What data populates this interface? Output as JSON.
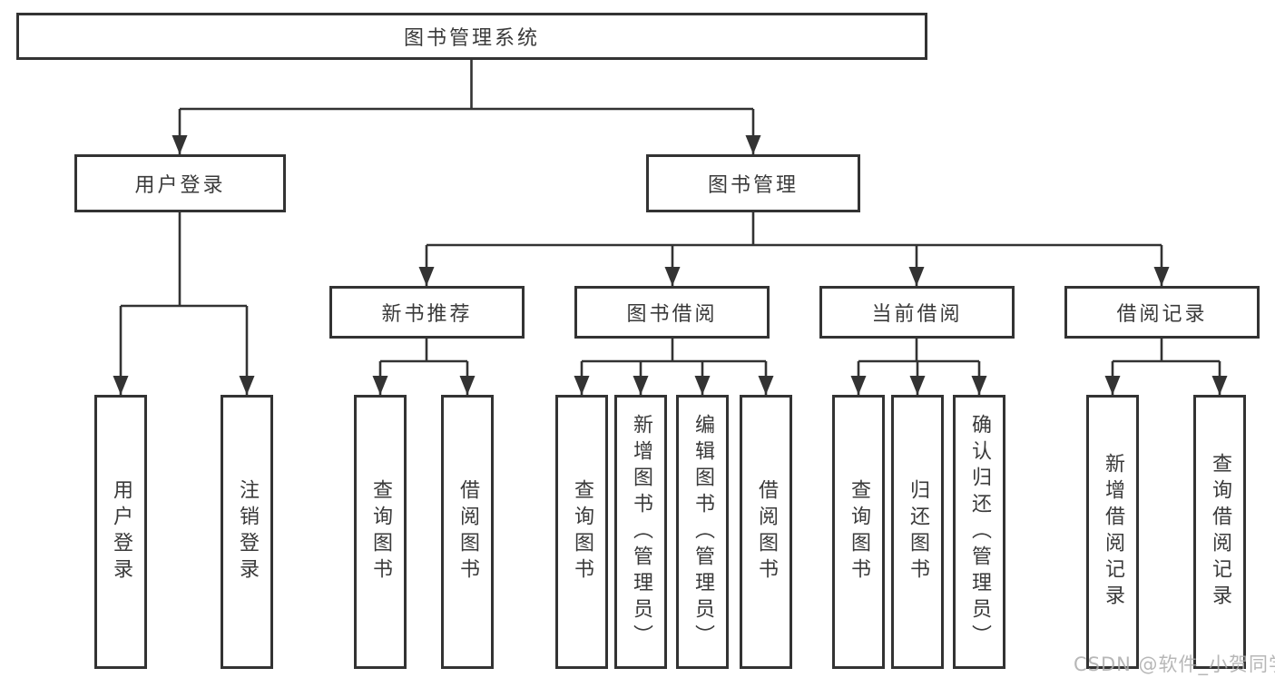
{
  "diagram": {
    "root": {
      "label": "图书管理系统"
    },
    "level2": [
      {
        "label": "用户登录"
      },
      {
        "label": "图书管理"
      }
    ],
    "level3": [
      {
        "label": "新书推荐"
      },
      {
        "label": "图书借阅"
      },
      {
        "label": "当前借阅"
      },
      {
        "label": "借阅记录"
      }
    ],
    "leaves": [
      {
        "label": "用户登录"
      },
      {
        "label": "注销登录"
      },
      {
        "label": "查询图书"
      },
      {
        "label": "借阅图书"
      },
      {
        "label": "查询图书"
      },
      {
        "label": "新增图书（管理员）"
      },
      {
        "label": "编辑图书（管理员）"
      },
      {
        "label": "借阅图书"
      },
      {
        "label": "查询图书"
      },
      {
        "label": "归还图书"
      },
      {
        "label": "确认归还（管理员）"
      },
      {
        "label": "新增借阅记录"
      },
      {
        "label": "查询借阅记录"
      }
    ]
  },
  "watermark": {
    "text": "CSDN @软件_小贺同学"
  },
  "colors": {
    "line": "#333333",
    "box_border": "#333333",
    "text": "#3a3a3a",
    "background": "#ffffff",
    "watermark": "#aaaaaa"
  }
}
